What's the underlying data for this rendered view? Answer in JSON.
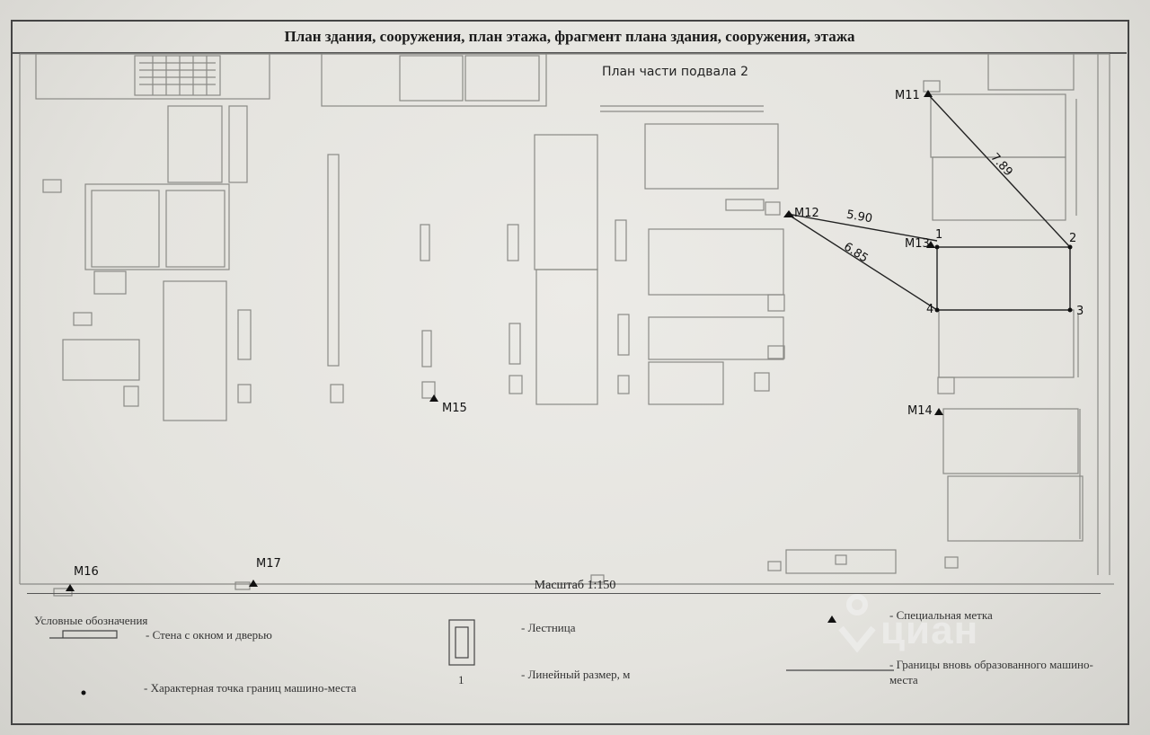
{
  "sheet": {
    "title": "План здания, сооружения, план этажа, фрагмент плана здания, сооружения, этажа",
    "plan_title": "План части подвала 2",
    "scale_label": "Масштаб 1:150"
  },
  "markers": {
    "m11": "M11",
    "m12": "M12",
    "m13": "M13",
    "m14": "M14",
    "m15": "M15",
    "m16": "M16",
    "m17": "M17"
  },
  "dimensions": {
    "d1": "7.89",
    "d2": "5.90",
    "d3": "6.85"
  },
  "boundary_points": {
    "p1": "1",
    "p2": "2",
    "p3": "3",
    "p4": "4"
  },
  "legend": {
    "title": "Условные обозначения",
    "wall_label": "- Стена с окном и дверью",
    "stairs_label": "- Лестница",
    "special_mark_label": "- Специальная метка",
    "boundary_point_label": "- Характерная точка границ машино-места",
    "linear_dim_sample": "1",
    "linear_dim_label": "- Линейный размер, м",
    "parking_boundary_label": "- Границы вновь образованного машино-места"
  },
  "watermark": {
    "brand": "циан"
  }
}
